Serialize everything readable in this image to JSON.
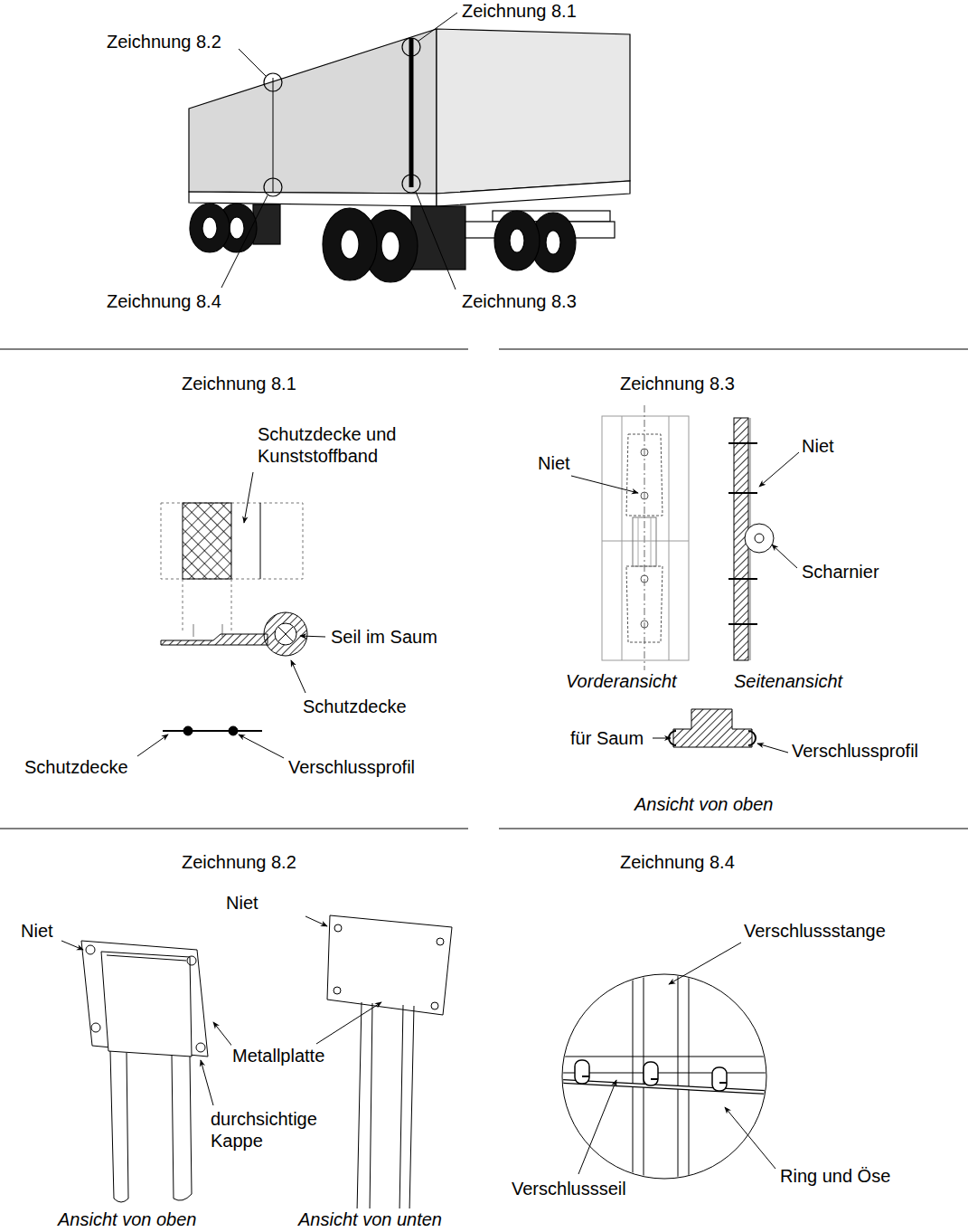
{
  "diagram": {
    "labels": [
      "Zeichnung 8.1",
      "Zeichnung 8.2",
      "Zeichnung 8.4",
      "Zeichnung 8.3",
      "Zeichnung 8.1",
      "Schutzdecke und Kunststoffband",
      "Seil im Saum",
      "Schutzdecke",
      "Schutzdecke",
      "Verschlussprofil",
      "Zeichnung 8.3",
      "Niet",
      "Niet",
      "Scharnier",
      "Vorderansicht",
      "Seitenansicht",
      "für Saum",
      "Verschlussprofil",
      "Ansicht von oben",
      "Zeichnung 8.2",
      "Niet",
      "Niet",
      "Metallplatte",
      "durchsichtige Kappe",
      "Ansicht von oben",
      "Ansicht von unten",
      "Zeichnung 8.4",
      "Verschlussstange",
      "Verschlussseil",
      "Ring und Öse"
    ]
  }
}
